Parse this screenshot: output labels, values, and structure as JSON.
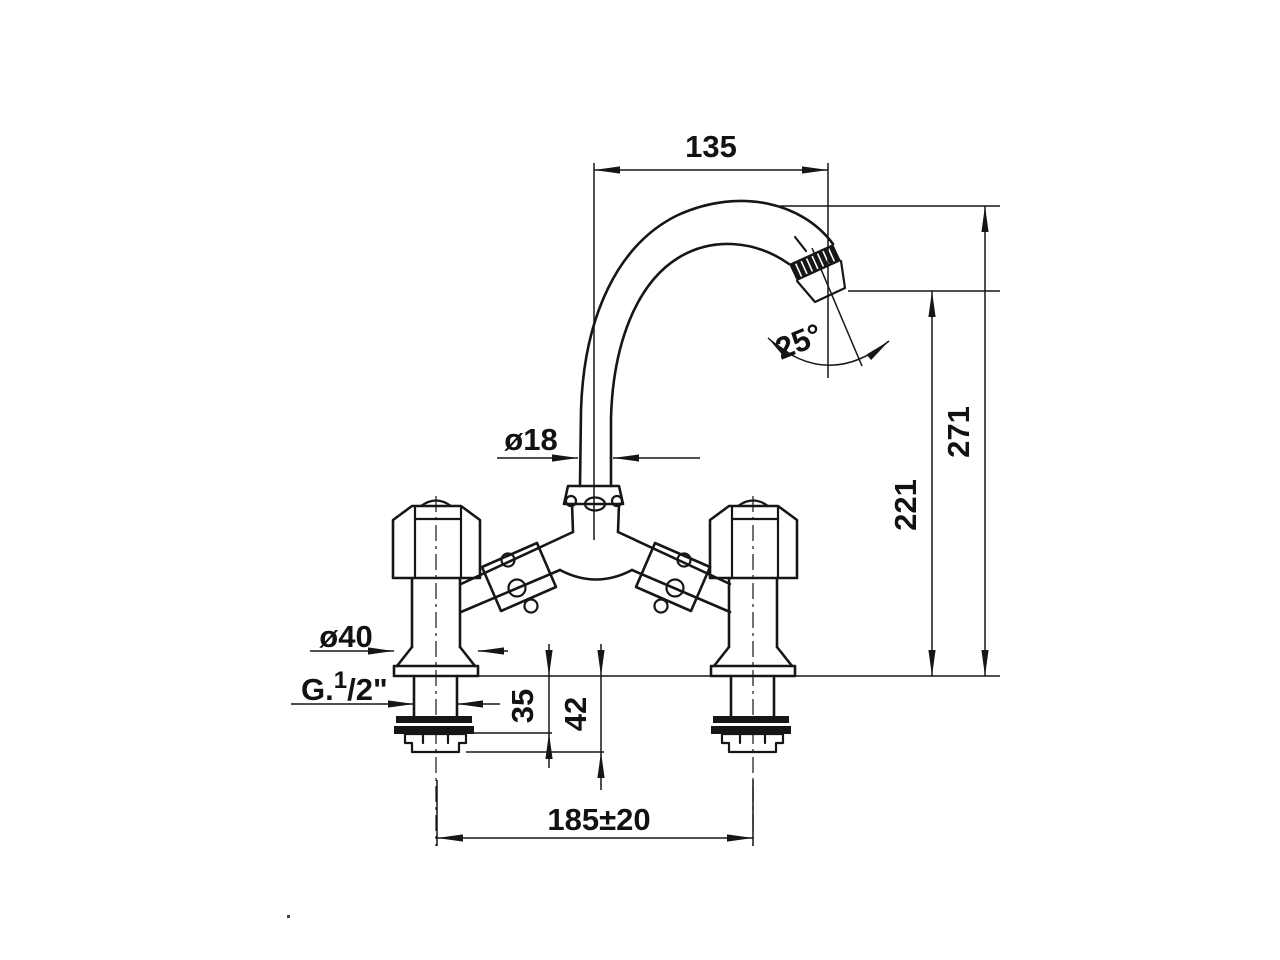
{
  "drawing": {
    "labels": {
      "spout_reach": "135",
      "spout_angle": "25°",
      "spout_dia": "ø18",
      "outlet_height": "221",
      "total_height": "271",
      "flange_dia": "ø40",
      "thread_prefix": "G.",
      "thread_sup": "1",
      "thread_rest": "/2\"",
      "deck_dim_inner": "35",
      "deck_dim_outer": "42",
      "hole_centres": "185±20"
    }
  }
}
